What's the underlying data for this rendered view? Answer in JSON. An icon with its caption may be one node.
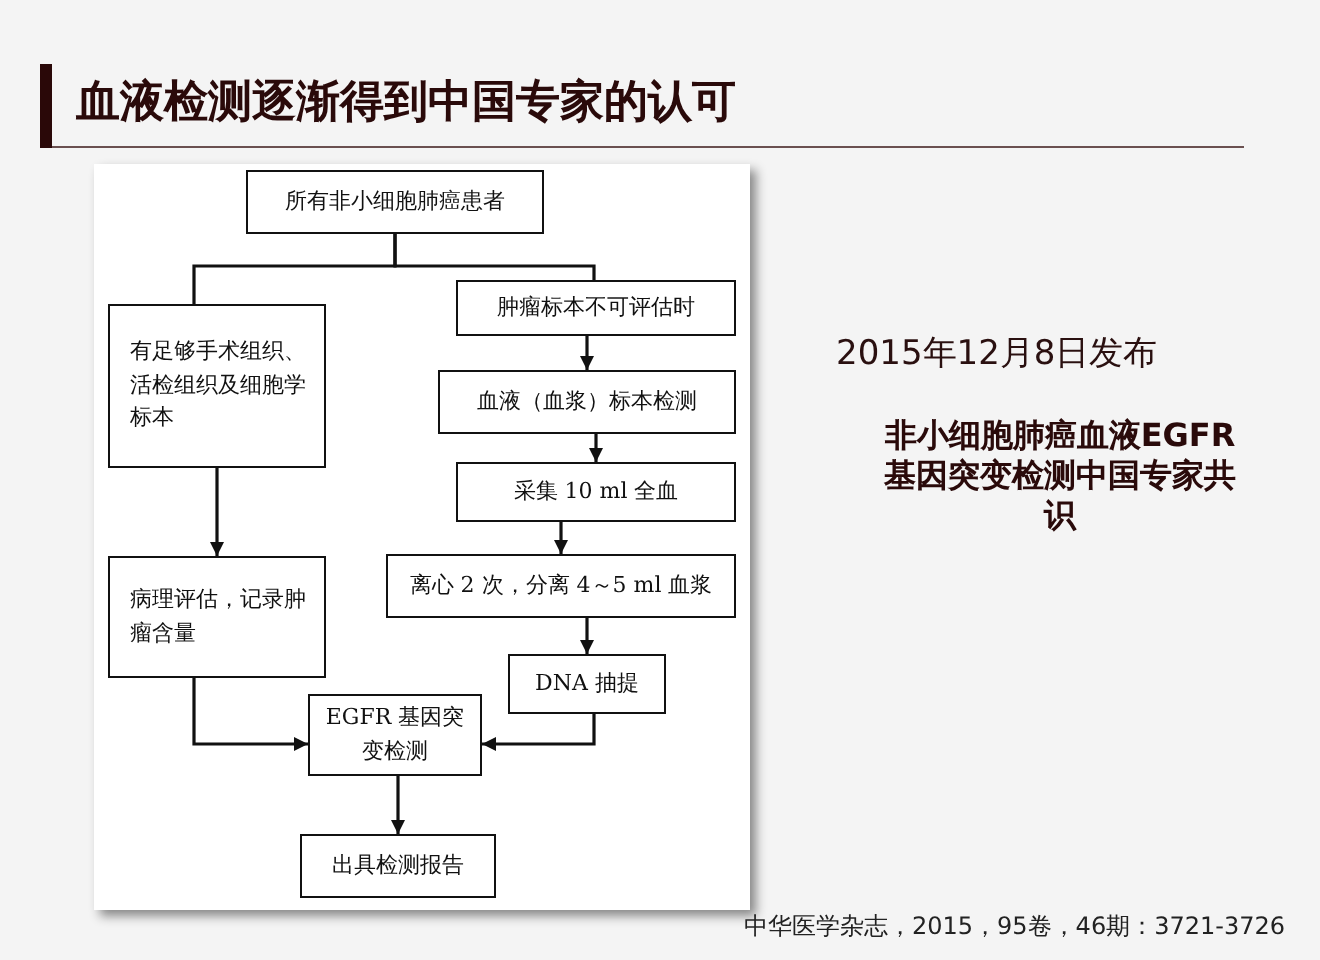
{
  "diagram": {
    "title": "血液检测逐渐得到中国专家的认可",
    "nodes": [
      {
        "text": [
          "所有非小细胞肺癌患者"
        ]
      },
      {
        "text": [
          "有足够手术组织、活检组织及细胞学标本"
        ]
      },
      {
        "text": [
          "肿瘤标本不可评估时"
        ]
      },
      {
        "text": [
          "血液（血浆）标本检测"
        ]
      },
      {
        "text": [
          "采集 10 ml 全血"
        ]
      },
      {
        "text": [
          "病理评估，记录肿瘤含量"
        ]
      },
      {
        "text": [
          "离心 2 次，分离 4～5 ml 血浆"
        ]
      },
      {
        "text": [
          "DNA 抽提"
        ]
      },
      {
        "text": [
          "EGFR 基因突变检测"
        ]
      },
      {
        "text": [
          "出具检测报告"
        ]
      }
    ],
    "edges": [
      {
        "from": 0,
        "to": 1,
        "arrow": "none"
      },
      {
        "from": 0,
        "to": 2,
        "arrow": "none"
      },
      {
        "from": 1,
        "to": 5,
        "arrow": "to"
      },
      {
        "from": 2,
        "to": 3,
        "arrow": "to"
      },
      {
        "from": 3,
        "to": 4,
        "arrow": "to"
      },
      {
        "from": 4,
        "to": 6,
        "arrow": "to"
      },
      {
        "from": 6,
        "to": 7,
        "arrow": "to"
      },
      {
        "from": 5,
        "to": 8,
        "arrow": "to"
      },
      {
        "from": 7,
        "to": 8,
        "arrow": "to"
      },
      {
        "from": 8,
        "to": 9,
        "arrow": "to"
      }
    ],
    "labels": [
      "2015年12月8日发布",
      "非小细胞肺癌血液EGFR基因突变检测中国专家共识",
      "中华医学杂志，2015，95卷，46期：3721-3726"
    ]
  }
}
